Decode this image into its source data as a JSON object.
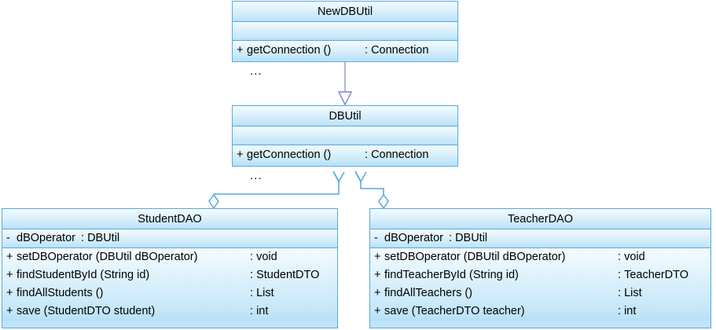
{
  "diagram": {
    "type": "uml-class-diagram",
    "background_color": "#ffffff",
    "class_fill_color": "#bfe4f8",
    "class_border_color": "#5aa9dd",
    "connector_color": "#5aa9dd",
    "text_color": "#000000"
  },
  "classes": {
    "newdbutil": {
      "name": "NewDBUtil",
      "attributes": [],
      "operations": [
        {
          "visibility": "+",
          "signature": "getConnection ()",
          "separator": ":",
          "type": "Connection"
        }
      ],
      "overflow_label": "..."
    },
    "dbutil": {
      "name": "DBUtil",
      "attributes": [],
      "operations": [
        {
          "visibility": "+",
          "signature": "getConnection ()",
          "separator": ":",
          "type": "Connection"
        }
      ],
      "overflow_label": "..."
    },
    "studentdao": {
      "name": "StudentDAO",
      "attributes": [
        {
          "visibility": "-",
          "signature": "dBOperator",
          "separator": ":",
          "type": "DBUtil"
        }
      ],
      "operations": [
        {
          "visibility": "+",
          "signature": "setDBOperator (DBUtil dBOperator)",
          "separator": ":",
          "type": "void"
        },
        {
          "visibility": "+",
          "signature": "findStudentById (String id)",
          "separator": ":",
          "type": "StudentDTO"
        },
        {
          "visibility": "+",
          "signature": "findAllStudents ()",
          "separator": ":",
          "type": "List"
        },
        {
          "visibility": "+",
          "signature": "save (StudentDTO student)",
          "separator": ":",
          "type": "int"
        }
      ]
    },
    "teacherdao": {
      "name": "TeacherDAO",
      "attributes": [
        {
          "visibility": "-",
          "signature": "dBOperator",
          "separator": ":",
          "type": "DBUtil"
        }
      ],
      "operations": [
        {
          "visibility": "+",
          "signature": "setDBOperator (DBUtil dBOperator)",
          "separator": ":",
          "type": "void"
        },
        {
          "visibility": "+",
          "signature": "findTeacherById (String id)",
          "separator": ":",
          "type": "TeacherDTO"
        },
        {
          "visibility": "+",
          "signature": "findAllTeachers ()",
          "separator": ":",
          "type": "List"
        },
        {
          "visibility": "+",
          "signature": "save (TeacherDTO teacher)",
          "separator": ":",
          "type": "int"
        }
      ]
    }
  },
  "relationships": [
    {
      "kind": "generalization",
      "from": "NewDBUtil",
      "to": "DBUtil"
    },
    {
      "kind": "aggregation",
      "from": "StudentDAO",
      "to": "DBUtil"
    },
    {
      "kind": "aggregation",
      "from": "TeacherDAO",
      "to": "DBUtil"
    }
  ]
}
